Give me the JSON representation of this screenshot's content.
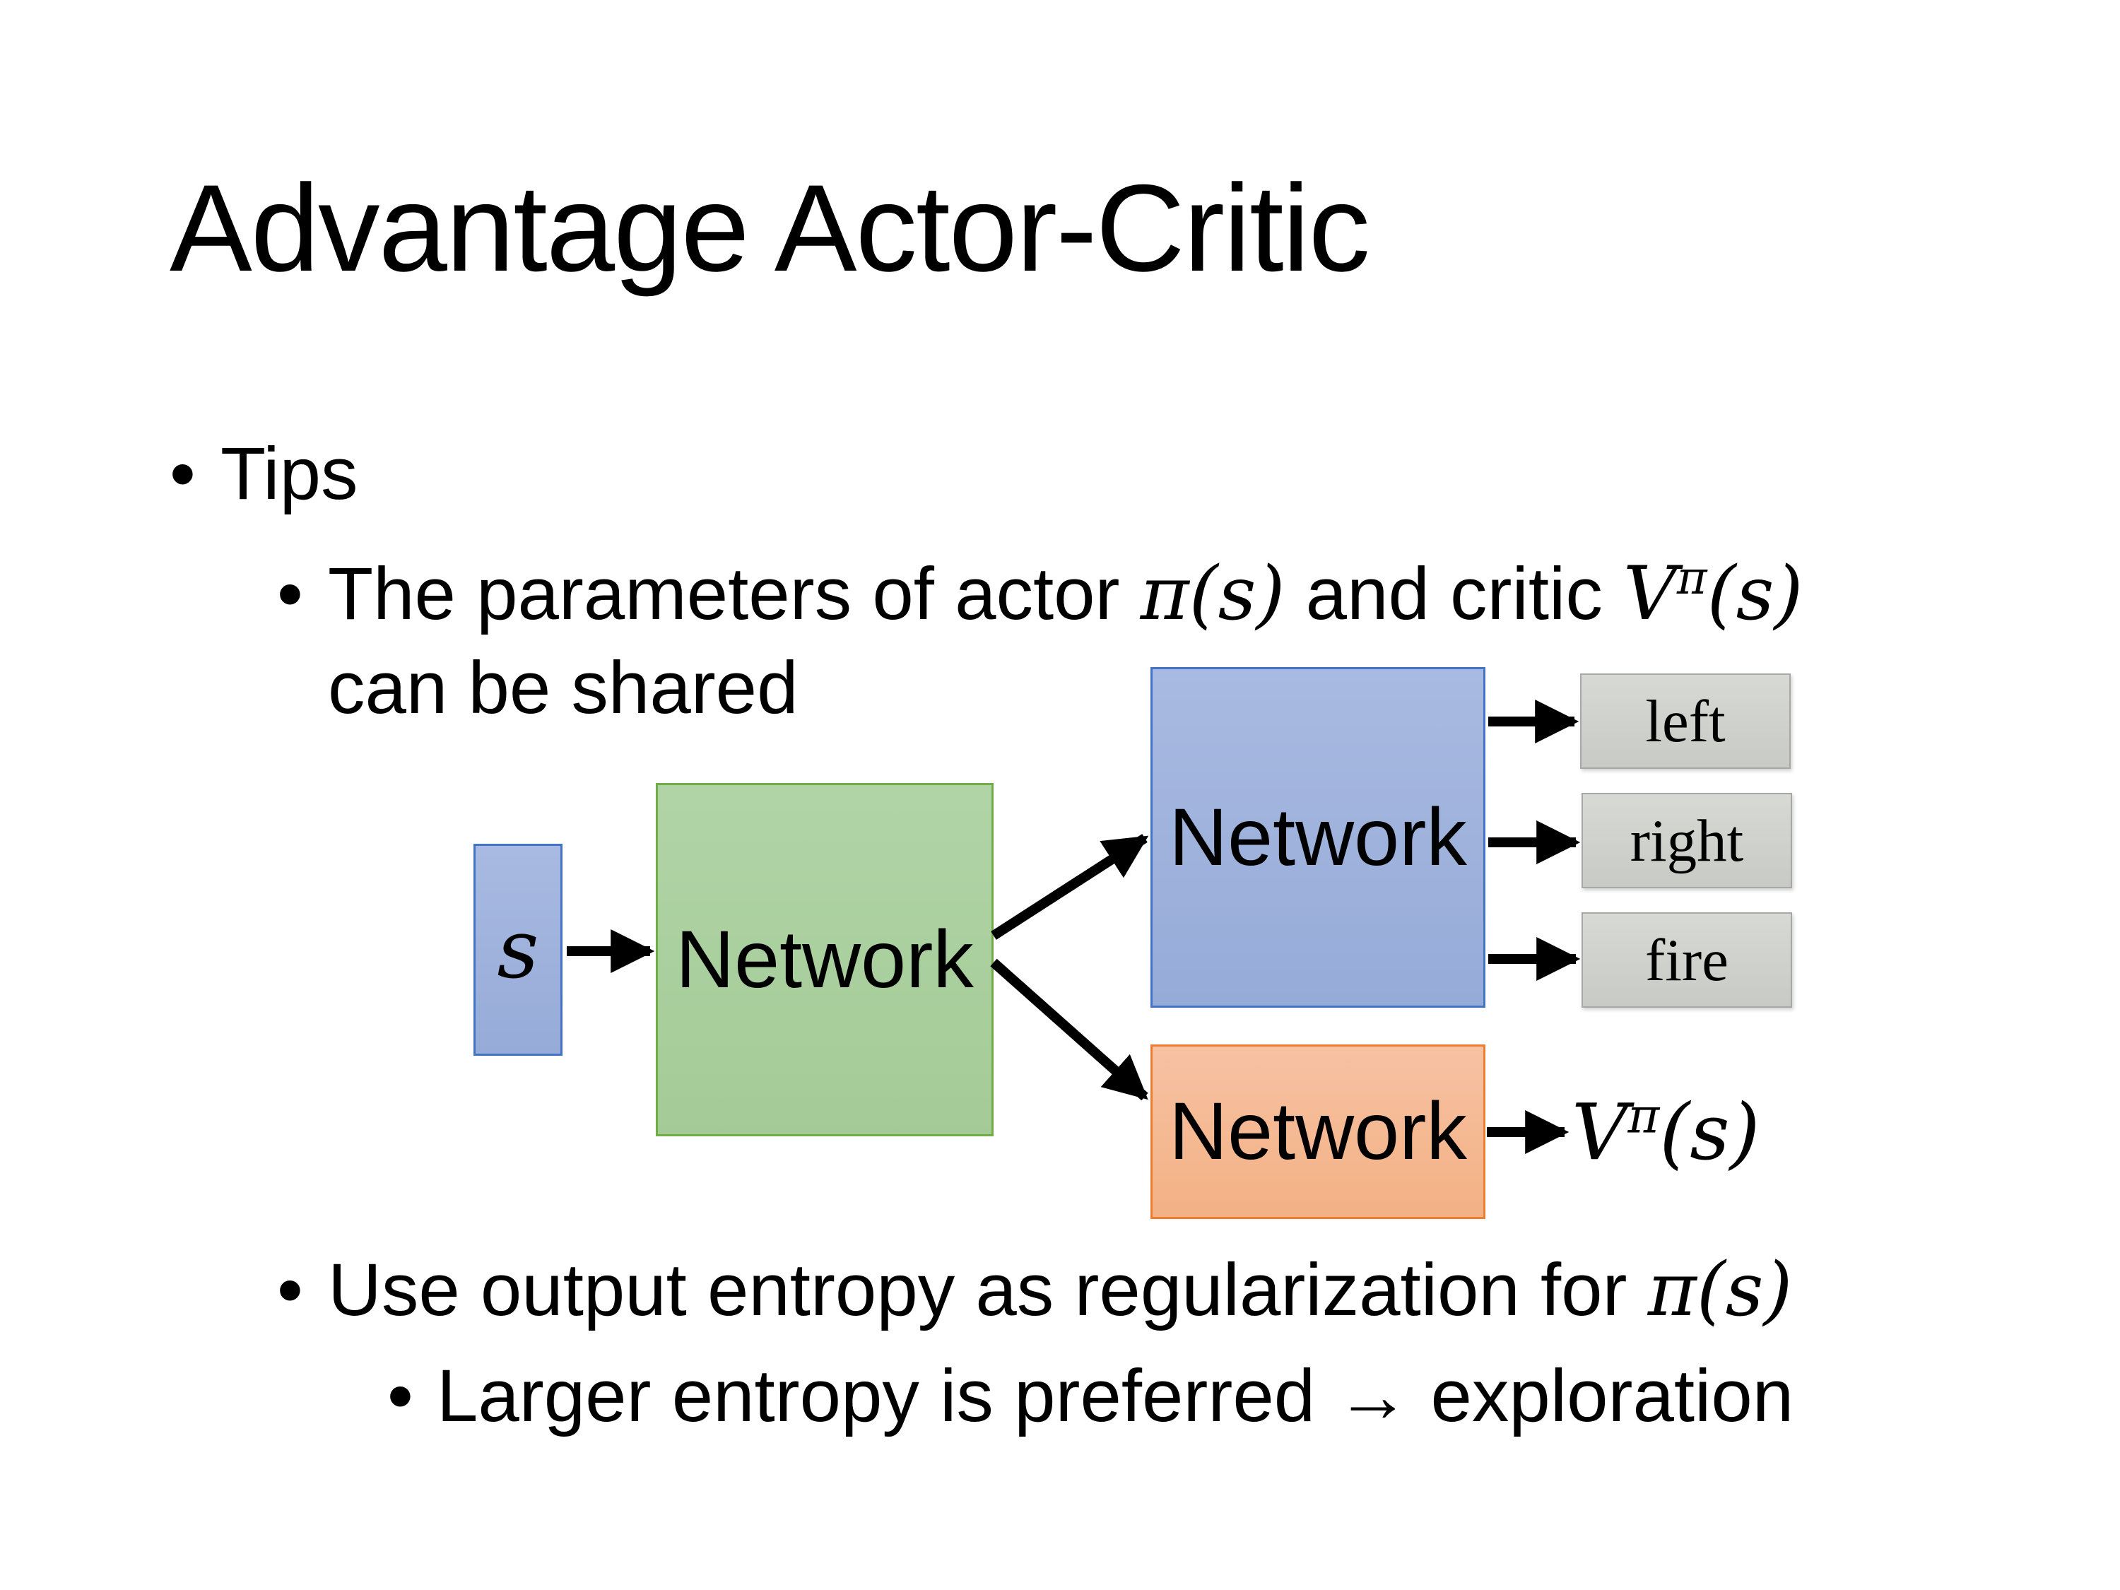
{
  "title": "Advantage Actor-Critic",
  "bullets": {
    "bullet_glyph": "•",
    "tips": "Tips",
    "param_pre": "The parameters of actor ",
    "param_math_actor": "π(s)",
    "param_mid": "  and critic ",
    "critic_V": "V",
    "critic_sup": "π",
    "critic_args": "(s)",
    "param_line2": "can be shared",
    "entropy_pre": "Use output entropy as regularization for ",
    "entropy_math": "π(s)",
    "exploration": "Larger entropy is preferred → exploration"
  },
  "diagram": {
    "state_label": "s",
    "shared_network_label": "Network",
    "actor_network_label": "Network",
    "critic_network_label": "Network",
    "actions": [
      {
        "label": "left"
      },
      {
        "label": "right"
      },
      {
        "label": "fire"
      }
    ],
    "critic_output_V": "V",
    "critic_output_sup": "π",
    "critic_output_args": "(s)",
    "colors": {
      "blue-fill-top": "#a8bae1",
      "blue-fill-bottom": "#96abd8",
      "blue-border": "#4472c4",
      "green-fill-top": "#b1d4a6",
      "green-fill-bottom": "#a4cb97",
      "green-border": "#70ad47",
      "orange-fill-top": "#f7c2a3",
      "orange-fill-bottom": "#f3b184",
      "orange-border": "#ed7d31",
      "gray-fill-top": "#d7d9d5",
      "gray-fill-bottom": "#c8cac6",
      "gray-border": "#a6a8a5",
      "arrow-color": "#000000"
    }
  }
}
